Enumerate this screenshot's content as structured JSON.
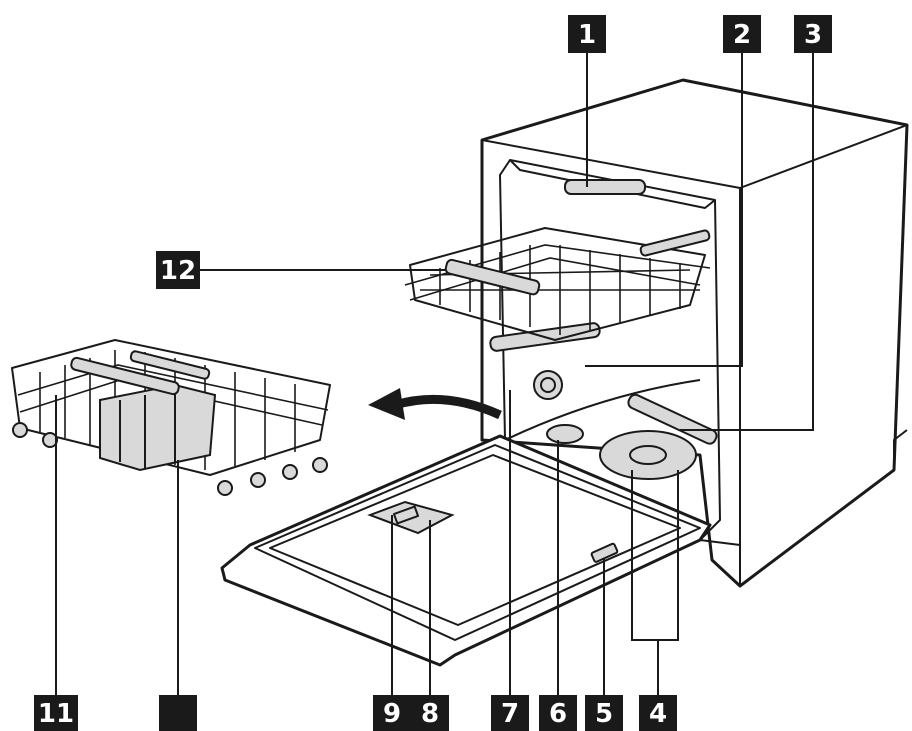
{
  "callouts": [
    {
      "id": "1",
      "text": "1"
    },
    {
      "id": "2",
      "text": "2"
    },
    {
      "id": "3",
      "text": "3"
    },
    {
      "id": "4",
      "text": "4"
    },
    {
      "id": "5",
      "text": "5"
    },
    {
      "id": "6",
      "text": "6"
    },
    {
      "id": "7",
      "text": "7"
    },
    {
      "id": "8",
      "text": "8"
    },
    {
      "id": "9",
      "text": "9"
    },
    {
      "id": "10",
      "text": ""
    },
    {
      "id": "11",
      "text": "11"
    },
    {
      "id": "12",
      "text": "12"
    }
  ],
  "colors": {
    "ink": "#1a1a1a",
    "paper": "#ffffff",
    "shade": "#d9d9d9"
  }
}
